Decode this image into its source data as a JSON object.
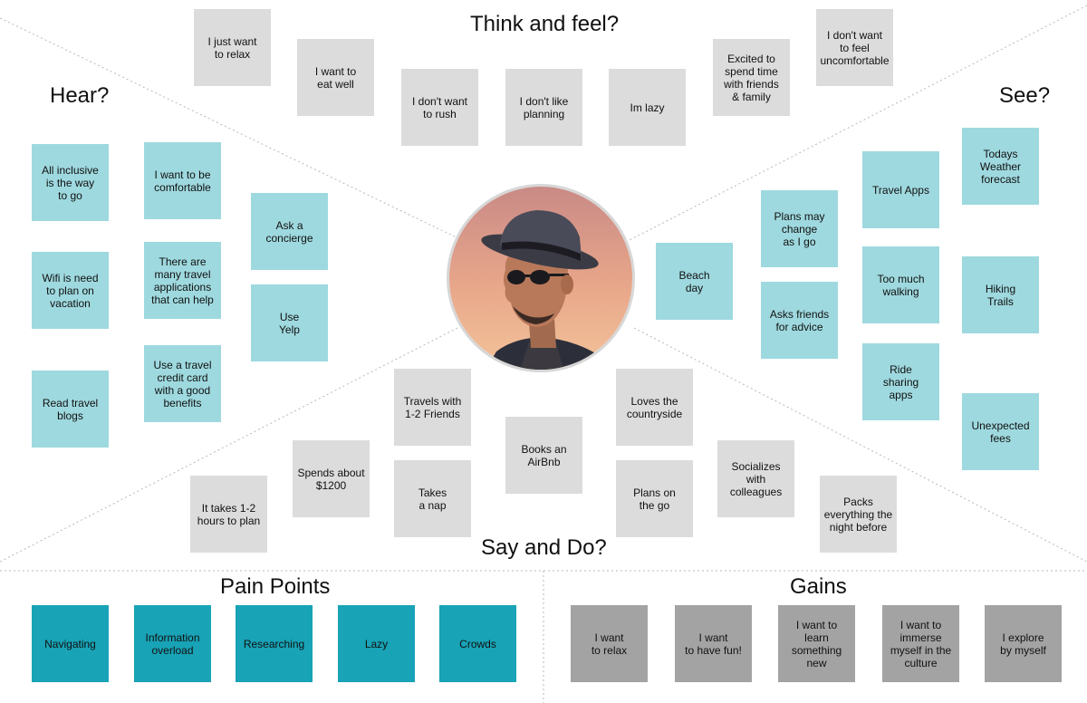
{
  "colors": {
    "sticky_gray": "#dcdcdc",
    "sticky_light_teal": "#9ed9df",
    "pain_teal": "#18a3b6",
    "gain_gray": "#a3a3a3",
    "guide_line": "#b9b9b9"
  },
  "headings": {
    "think": "Think and feel?",
    "hear": "Hear?",
    "see": "See?",
    "say": "Say and Do?",
    "pain": "Pain Points",
    "gains": "Gains"
  },
  "avatar": {
    "icon": "person-in-fedora-sunset-photo"
  },
  "think_notes": [
    "I just want\nto relax",
    "I want to\neat well",
    "I don't want\nto rush",
    "I don't like\nplanning",
    "Im lazy",
    "Excited to\nspend time\nwith friends\n& family",
    "I don't want\nto feel\nuncomfortable"
  ],
  "hear_notes": [
    "All inclusive\nis the way\nto go",
    "I want to be\ncomfortable",
    "Ask a\nconcierge",
    "Wifi is need\nto plan on\nvacation",
    "There are\nmany travel\napplications\nthat can help",
    "Use\nYelp",
    "Read travel\nblogs",
    "Use a travel\ncredit card\nwith a good\nbenefits"
  ],
  "see_notes": [
    "Todays\nWeather\nforecast",
    "Travel Apps",
    "Plans may\nchange\nas I go",
    "Too much\nwalking",
    "Hiking\nTrails",
    "Beach\nday",
    "Asks friends\nfor advice",
    "Ride\nsharing\napps",
    "Unexpected\nfees"
  ],
  "say_notes": [
    "Travels with\n1-2 Friends",
    "Loves the\ncountryside",
    "Books an\nAirBnb",
    "Spends about\n$1200",
    "Socializes\nwith\ncolleagues",
    "Takes\na nap",
    "Plans on\nthe go",
    "It takes 1-2\nhours to plan",
    "Packs\neverything the\nnight before"
  ],
  "pain_notes": [
    "Navigating",
    "Information\noverload",
    "Researching",
    "Lazy",
    "Crowds"
  ],
  "gain_notes": [
    "I want\nto relax",
    "I want\nto have fun!",
    "I want to\nlearn\nsomething\nnew",
    "I want to\nimmerse\nmyself in the\nculture",
    "I explore\nby myself"
  ]
}
